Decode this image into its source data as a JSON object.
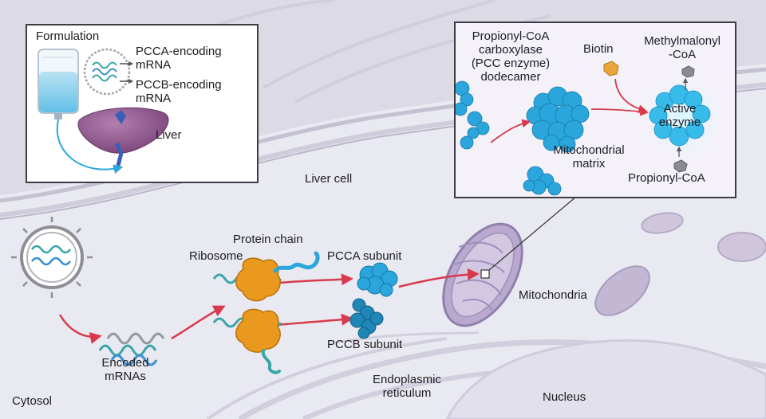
{
  "colors": {
    "background": "#e9e9f1",
    "membrane": "#c9c7d6",
    "protein_blue": "#2ba6dc",
    "ribosome_orange": "#e99a1e",
    "arrow_red": "#d83a4c",
    "mito_purple": "#a99bbd",
    "biotin_orange": "#e8a63a",
    "liver_purple": "#8e5b8f",
    "mrna_teal": "#3aa6a8",
    "lnp_gray": "#7c7c86"
  },
  "icons": [
    "iv-bag-icon",
    "lipid-nanoparticle-icon",
    "liver-icon",
    "ribosome-icon",
    "mrna-strand-icon",
    "mitochondrion-icon",
    "enzyme-icon"
  ],
  "labels": {
    "formulation": "Formulation",
    "pcca_mrna_1": "PCCA-encoding",
    "pcca_mrna_2": "mRNA",
    "pccb_mrna_1": "PCCB-encoding",
    "pccb_mrna_2": "mRNA",
    "liver": "Liver",
    "liver_cell": "Liver cell",
    "ribosome": "Ribosome",
    "protein_chain": "Protein chain",
    "pcca_subunit": "PCCA subunit",
    "pccb_subunit": "PCCB subunit",
    "encoded_mrnas_1": "Encoded",
    "encoded_mrnas_2": "mRNAs",
    "cytosol": "Cytosol",
    "er_1": "Endoplasmic",
    "er_2": "reticulum",
    "nucleus": "Nucleus",
    "mitochondria": "Mitochondria",
    "pcc_1": "Propionyl-CoA",
    "pcc_2": "carboxylase",
    "pcc_3": "(PCC enzyme)",
    "pcc_4": "dodecamer",
    "biotin": "Biotin",
    "methylmalonyl_1": "Methylmalonyl",
    "methylmalonyl_2": "-CoA",
    "active_1": "Active",
    "active_2": "enzyme",
    "matrix_1": "Mitochondrial",
    "matrix_2": "matrix",
    "propionyl_coa": "Propionyl-CoA"
  }
}
